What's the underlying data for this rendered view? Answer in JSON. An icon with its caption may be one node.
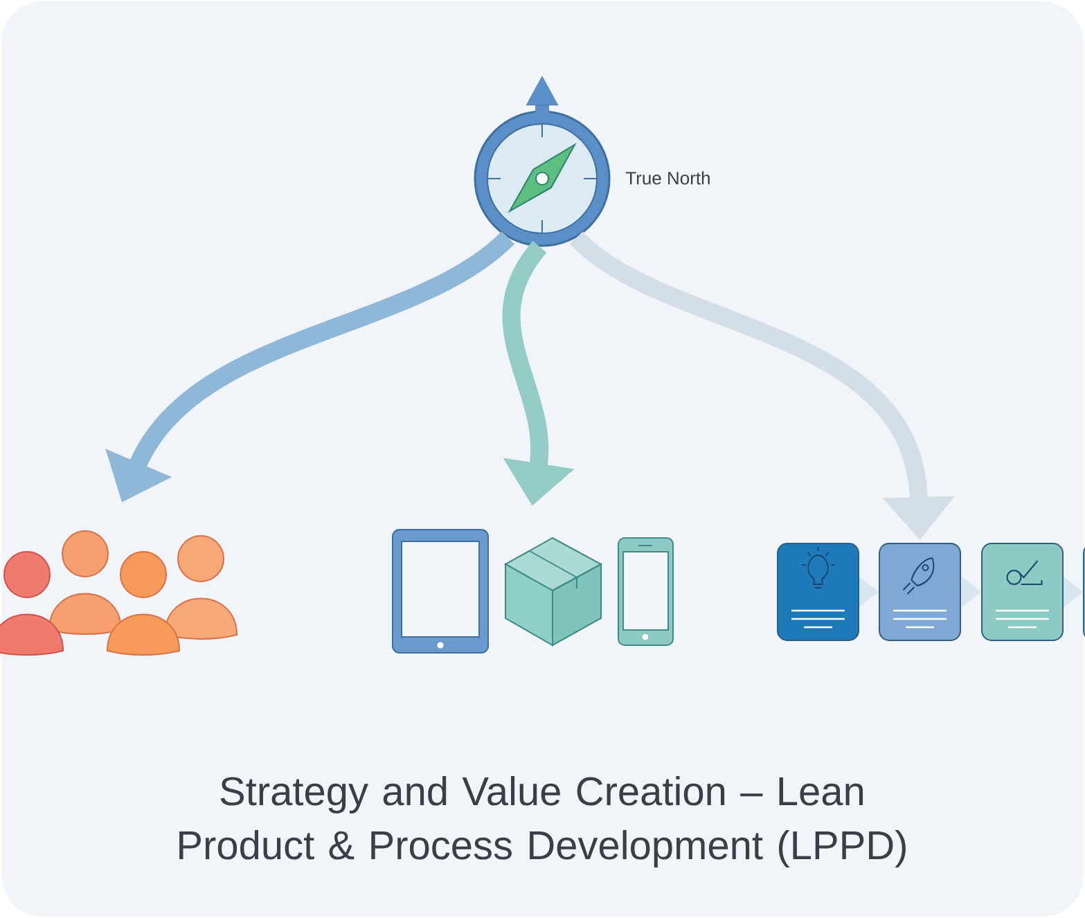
{
  "diagram": {
    "caption": "Strategy and Value Creation – Lean Product & Process Development (LPPD)",
    "nodes": [
      {
        "text": [],
        "shape": "picture",
        "beside": [
          "True North"
        ]
      },
      {
        "text": [],
        "shape": "picture"
      },
      {
        "text": [],
        "shape": "picture"
      },
      {
        "text": [],
        "shape": "box"
      },
      {
        "text": [],
        "shape": "box"
      },
      {
        "text": [],
        "shape": "box"
      },
      {
        "text": [],
        "shape": "box"
      }
    ],
    "edges": [
      {
        "from": 0,
        "to": 1,
        "arrow": "to",
        "color": "#8fb8d8"
      },
      {
        "from": 0,
        "to": 2,
        "arrow": "to",
        "color": "#93cbc5"
      },
      {
        "from": 0,
        "to": 4,
        "arrow": "to",
        "color": "#d3dee7"
      },
      {
        "from": 3,
        "to": 4,
        "arrow": "to"
      },
      {
        "from": 4,
        "to": 5,
        "arrow": "to"
      },
      {
        "from": 5,
        "to": 6,
        "arrow": "to"
      }
    ]
  }
}
